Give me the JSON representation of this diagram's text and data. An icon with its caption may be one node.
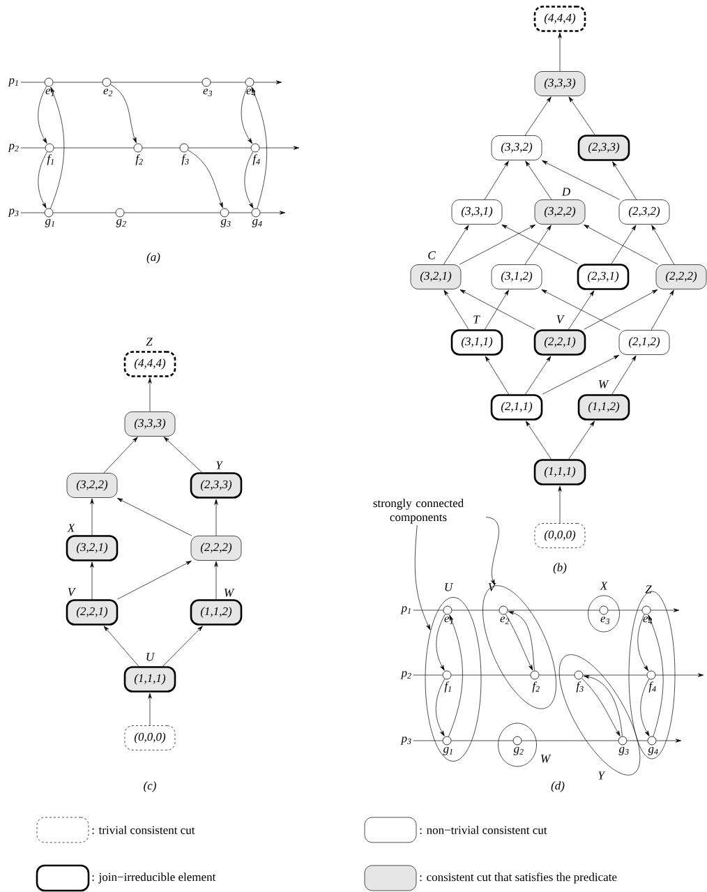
{
  "diagram": {
    "nodes": [
      {
        "text": [
          "p$_{1}$"
        ]
      },
      {
        "text": [
          "p$_{2}$"
        ]
      },
      {
        "text": [
          "p$_{3}$"
        ]
      },
      {
        "text": [],
        "shape": "circle",
        "beside": [
          "e$_{1}$"
        ]
      },
      {
        "text": [],
        "shape": "circle",
        "beside": [
          "e$_{2}$"
        ]
      },
      {
        "text": [],
        "shape": "circle",
        "beside": [
          "e$_{3}$"
        ]
      },
      {
        "text": [],
        "shape": "circle",
        "beside": [
          "e$_{4}$"
        ]
      },
      {
        "text": [],
        "shape": "circle",
        "beside": [
          "f$_{1}$"
        ]
      },
      {
        "text": [],
        "shape": "circle",
        "beside": [
          "f$_{2}$"
        ]
      },
      {
        "text": [],
        "shape": "circle",
        "beside": [
          "f$_{3}$"
        ]
      },
      {
        "text": [],
        "shape": "circle",
        "beside": [
          "f$_{4}$"
        ]
      },
      {
        "text": [],
        "shape": "circle",
        "beside": [
          "g$_{1}$"
        ]
      },
      {
        "text": [],
        "shape": "circle",
        "beside": [
          "g$_{2}$"
        ]
      },
      {
        "text": [],
        "shape": "circle",
        "beside": [
          "g$_{3}$"
        ]
      },
      {
        "text": [],
        "shape": "circle",
        "beside": [
          "g$_{4}$"
        ]
      },
      {
        "text": [
          "(4,4,4)"
        ]
      },
      {
        "text": [
          "(3,3,3)"
        ]
      },
      {
        "text": [
          "(3,3,2)"
        ]
      },
      {
        "text": [
          "(2,3,3)"
        ]
      },
      {
        "text": [
          "(3,3,1)"
        ]
      },
      {
        "text": [
          "(3,2,2)"
        ],
        "beside": [
          "D"
        ]
      },
      {
        "text": [
          "(2,3,2)"
        ]
      },
      {
        "text": [
          "(3,2,1)"
        ],
        "beside": [
          "C"
        ]
      },
      {
        "text": [
          "(3,1,2)"
        ]
      },
      {
        "text": [
          "(2,3,1)"
        ]
      },
      {
        "text": [
          "(2,2,2)"
        ]
      },
      {
        "text": [
          "(3,1,1)"
        ],
        "beside": [
          "T"
        ]
      },
      {
        "text": [
          "(2,2,1)"
        ],
        "beside": [
          "V"
        ]
      },
      {
        "text": [
          "(2,1,2)"
        ]
      },
      {
        "text": [
          "(2,1,1)"
        ]
      },
      {
        "text": [
          "(1,1,2)"
        ],
        "beside": [
          "W"
        ]
      },
      {
        "text": [
          "(1,1,1)"
        ]
      },
      {
        "text": [
          "(0,0,0)"
        ]
      },
      {
        "text": [
          "(4,4,4)"
        ],
        "beside": [
          "Z"
        ]
      },
      {
        "text": [
          "(3,3,3)"
        ]
      },
      {
        "text": [
          "(3,2,2)"
        ]
      },
      {
        "text": [
          "(2,3,3)"
        ],
        "beside": [
          "Y"
        ]
      },
      {
        "text": [
          "(3,2,1)"
        ],
        "beside": [
          "X"
        ]
      },
      {
        "text": [
          "(2,2,2)"
        ]
      },
      {
        "text": [
          "(2,2,1)"
        ],
        "beside": [
          "V"
        ]
      },
      {
        "text": [
          "(1,1,2)"
        ],
        "beside": [
          "W"
        ]
      },
      {
        "text": [
          "(1,1,1)"
        ],
        "beside": [
          "U"
        ]
      },
      {
        "text": [
          "(0,0,0)"
        ]
      },
      {
        "text": [
          "strongly connected components"
        ]
      },
      {
        "text": [
          "p$_{1}$"
        ]
      },
      {
        "text": [
          "p$_{2}$"
        ]
      },
      {
        "text": [
          "p$_{3}$"
        ]
      },
      {
        "text": [],
        "shape": "oval",
        "beside": [
          "U"
        ]
      },
      {
        "text": [],
        "shape": "oval",
        "beside": [
          "V"
        ]
      },
      {
        "text": [],
        "shape": "oval",
        "beside": [
          "X"
        ]
      },
      {
        "text": [],
        "shape": "oval",
        "beside": [
          "Z"
        ]
      },
      {
        "text": [],
        "shape": "oval",
        "beside": [
          "W"
        ]
      },
      {
        "text": [],
        "shape": "oval",
        "beside": [
          "Y"
        ]
      },
      {
        "text": [],
        "shape": "circle",
        "beside": [
          "e$_{1}$"
        ],
        "in": 47
      },
      {
        "text": [],
        "shape": "circle",
        "beside": [
          "e$_{2}$"
        ],
        "in": 48
      },
      {
        "text": [],
        "shape": "circle",
        "beside": [
          "e$_{3}$"
        ],
        "in": 49
      },
      {
        "text": [],
        "shape": "circle",
        "beside": [
          "e$_{4}$"
        ],
        "in": 50
      },
      {
        "text": [],
        "shape": "circle",
        "beside": [
          "f$_{1}$"
        ],
        "in": 47
      },
      {
        "text": [],
        "shape": "circle",
        "beside": [
          "f$_{2}$"
        ],
        "in": 48
      },
      {
        "text": [],
        "shape": "circle",
        "beside": [
          "f$_{3}$"
        ],
        "in": 52
      },
      {
        "text": [],
        "shape": "circle",
        "beside": [
          "f$_{4}$"
        ],
        "in": 50
      },
      {
        "text": [],
        "shape": "circle",
        "beside": [
          "g$_{1}$"
        ],
        "in": 47
      },
      {
        "text": [],
        "shape": "circle",
        "beside": [
          "g$_{2}$"
        ],
        "in": 51
      },
      {
        "text": [],
        "shape": "circle",
        "beside": [
          "g$_{3}$"
        ],
        "in": 52
      },
      {
        "text": [],
        "shape": "circle",
        "beside": [
          "g$_{4}$"
        ],
        "in": 50
      }
    ],
    "edges": [
      {
        "from": 0,
        "to": 3,
        "arrow": "none"
      },
      {
        "from": 3,
        "to": 4,
        "arrow": "none"
      },
      {
        "from": 4,
        "to": 5,
        "arrow": "none"
      },
      {
        "from": 5,
        "to": 6,
        "arrow": "none"
      },
      {
        "from": 6,
        "to": null,
        "arrow": "to"
      },
      {
        "from": 1,
        "to": 7,
        "arrow": "none"
      },
      {
        "from": 7,
        "to": 8,
        "arrow": "none"
      },
      {
        "from": 8,
        "to": 9,
        "arrow": "none"
      },
      {
        "from": 9,
        "to": 10,
        "arrow": "none"
      },
      {
        "from": 10,
        "to": null,
        "arrow": "to"
      },
      {
        "from": 2,
        "to": 11,
        "arrow": "none"
      },
      {
        "from": 11,
        "to": 12,
        "arrow": "none"
      },
      {
        "from": 12,
        "to": 13,
        "arrow": "none"
      },
      {
        "from": 13,
        "to": 14,
        "arrow": "none"
      },
      {
        "from": 14,
        "to": null,
        "arrow": "to"
      },
      {
        "from": 3,
        "to": 7,
        "arrow": "to"
      },
      {
        "from": 7,
        "to": 11,
        "arrow": "to"
      },
      {
        "from": 11,
        "to": 3,
        "arrow": "to"
      },
      {
        "from": 4,
        "to": 8,
        "arrow": "to"
      },
      {
        "from": 9,
        "to": 13,
        "arrow": "to"
      },
      {
        "from": 6,
        "to": 10,
        "arrow": "to"
      },
      {
        "from": 10,
        "to": 14,
        "arrow": "to"
      },
      {
        "from": 14,
        "to": 6,
        "arrow": "to"
      },
      {
        "from": 32,
        "to": 31,
        "arrow": "to"
      },
      {
        "from": 31,
        "to": 29,
        "arrow": "to"
      },
      {
        "from": 31,
        "to": 30,
        "arrow": "to"
      },
      {
        "from": 29,
        "to": 26,
        "arrow": "to"
      },
      {
        "from": 29,
        "to": 27,
        "arrow": "to"
      },
      {
        "from": 29,
        "to": 28,
        "arrow": "to"
      },
      {
        "from": 30,
        "to": 28,
        "arrow": "to"
      },
      {
        "from": 26,
        "to": 22,
        "arrow": "to"
      },
      {
        "from": 26,
        "to": 23,
        "arrow": "to"
      },
      {
        "from": 27,
        "to": 22,
        "arrow": "to"
      },
      {
        "from": 27,
        "to": 24,
        "arrow": "to"
      },
      {
        "from": 27,
        "to": 25,
        "arrow": "to"
      },
      {
        "from": 28,
        "to": 23,
        "arrow": "to"
      },
      {
        "from": 28,
        "to": 25,
        "arrow": "to"
      },
      {
        "from": 22,
        "to": 19,
        "arrow": "to"
      },
      {
        "from": 22,
        "to": 20,
        "arrow": "to"
      },
      {
        "from": 23,
        "to": 20,
        "arrow": "to"
      },
      {
        "from": 24,
        "to": 19,
        "arrow": "to"
      },
      {
        "from": 24,
        "to": 21,
        "arrow": "to"
      },
      {
        "from": 25,
        "to": 20,
        "arrow": "to"
      },
      {
        "from": 25,
        "to": 21,
        "arrow": "to"
      },
      {
        "from": 19,
        "to": 17,
        "arrow": "to"
      },
      {
        "from": 20,
        "to": 17,
        "arrow": "to"
      },
      {
        "from": 21,
        "to": 17,
        "arrow": "to"
      },
      {
        "from": 21,
        "to": 18,
        "arrow": "to"
      },
      {
        "from": 17,
        "to": 16,
        "arrow": "to"
      },
      {
        "from": 18,
        "to": 16,
        "arrow": "to"
      },
      {
        "from": 16,
        "to": 15,
        "arrow": "to"
      },
      {
        "from": 42,
        "to": 41,
        "arrow": "to"
      },
      {
        "from": 41,
        "to": 39,
        "arrow": "to"
      },
      {
        "from": 41,
        "to": 40,
        "arrow": "to"
      },
      {
        "from": 39,
        "to": 37,
        "arrow": "to"
      },
      {
        "from": 39,
        "to": 38,
        "arrow": "to"
      },
      {
        "from": 40,
        "to": 38,
        "arrow": "to"
      },
      {
        "from": 37,
        "to": 35,
        "arrow": "to"
      },
      {
        "from": 38,
        "to": 35,
        "arrow": "to"
      },
      {
        "from": 38,
        "to": 36,
        "arrow": "to"
      },
      {
        "from": 35,
        "to": 34,
        "arrow": "to"
      },
      {
        "from": 36,
        "to": 34,
        "arrow": "to"
      },
      {
        "from": 34,
        "to": 33,
        "arrow": "to"
      },
      {
        "from": 43,
        "to": 47,
        "arrow": "to"
      },
      {
        "from": 43,
        "to": 48,
        "arrow": "to"
      },
      {
        "from": 44,
        "to": 53,
        "arrow": "none"
      },
      {
        "from": 53,
        "to": 54,
        "arrow": "none"
      },
      {
        "from": 54,
        "to": 55,
        "arrow": "none"
      },
      {
        "from": 55,
        "to": 56,
        "arrow": "none"
      },
      {
        "from": 56,
        "to": null,
        "arrow": "to"
      },
      {
        "from": 45,
        "to": 57,
        "arrow": "none"
      },
      {
        "from": 57,
        "to": 58,
        "arrow": "none"
      },
      {
        "from": 58,
        "to": 59,
        "arrow": "none"
      },
      {
        "from": 59,
        "to": 60,
        "arrow": "none"
      },
      {
        "from": 60,
        "to": null,
        "arrow": "to"
      },
      {
        "from": 46,
        "to": 61,
        "arrow": "none"
      },
      {
        "from": 61,
        "to": 62,
        "arrow": "none"
      },
      {
        "from": 62,
        "to": 63,
        "arrow": "none"
      },
      {
        "from": 63,
        "to": 64,
        "arrow": "none"
      },
      {
        "from": 64,
        "to": null,
        "arrow": "to"
      },
      {
        "from": 53,
        "to": 57,
        "arrow": "to"
      },
      {
        "from": 57,
        "to": 61,
        "arrow": "to"
      },
      {
        "from": 61,
        "to": 53,
        "arrow": "to"
      },
      {
        "from": 54,
        "to": 58,
        "arrow": "to"
      },
      {
        "from": 58,
        "to": 54,
        "arrow": "to"
      },
      {
        "from": 59,
        "to": 63,
        "arrow": "to"
      },
      {
        "from": 63,
        "to": 59,
        "arrow": "to"
      },
      {
        "from": 56,
        "to": 60,
        "arrow": "to"
      },
      {
        "from": 60,
        "to": 64,
        "arrow": "to"
      },
      {
        "from": 64,
        "to": 56,
        "arrow": "to"
      }
    ],
    "labels": [
      "(a)",
      "(b)",
      "(c)",
      "(d)"
    ],
    "legend": [
      {
        "text": ": trivial consistent cut"
      },
      {
        "text": ": non−trivial consistent cut"
      },
      {
        "text": ": join−irreducible element"
      },
      {
        "text": ": consistent cut that satisfies the predicate",
        "color": "#e6e6e6"
      }
    ]
  }
}
